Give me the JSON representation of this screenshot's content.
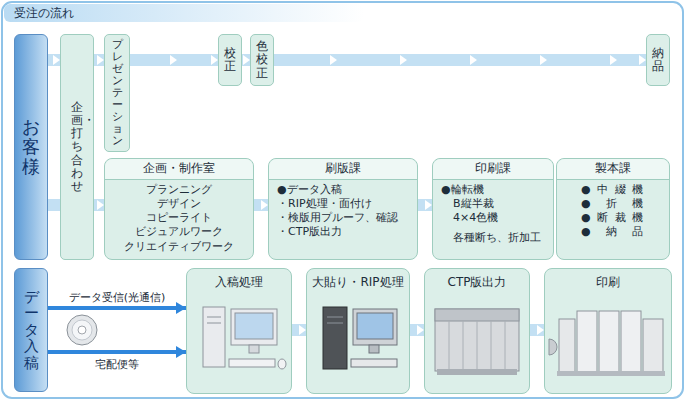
{
  "diagram": {
    "title": "受注の流れ",
    "nodes": [
      {
        "text": [
          "お客様"
        ]
      },
      {
        "text": [
          "企画・打ち合わせ"
        ]
      },
      {
        "text": [
          "プレゼンテーション"
        ]
      },
      {
        "text": [
          "校正"
        ]
      },
      {
        "text": [
          "色校正"
        ]
      },
      {
        "text": [
          "納品"
        ]
      },
      {
        "text": [
          "企画・制作室",
          "プランニング",
          "デザイン",
          "コピーライト",
          "ビジュアルワーク",
          "クリエイティブワーク"
        ]
      },
      {
        "text": [
          "刷版課",
          "●データ入稿",
          "・RIP処理・面付け",
          "・検版用プルーフ、確認",
          "・CTP版出力"
        ]
      },
      {
        "text": [
          "印刷課",
          "●輪転機",
          "B縦半裁",
          "4×4色機",
          "各種断ち、折加工"
        ]
      },
      {
        "text": [
          "製本課",
          "●中綴機",
          "●折機",
          "●断裁機",
          "●納品"
        ]
      },
      {
        "text": [
          "データ入稿"
        ]
      },
      {
        "text": [
          "入稿処理"
        ]
      },
      {
        "text": [
          "大貼り・RIP処理"
        ]
      },
      {
        "text": [
          "CTP版出力"
        ]
      },
      {
        "text": [
          "印刷"
        ]
      }
    ],
    "edges": [
      {
        "from": 0,
        "to": 1,
        "arrow": "to"
      },
      {
        "from": 1,
        "to": 2,
        "arrow": "to"
      },
      {
        "from": 2,
        "to": 3,
        "arrow": "to"
      },
      {
        "from": 3,
        "to": 4,
        "arrow": "to"
      },
      {
        "from": 4,
        "to": 5,
        "arrow": "to"
      },
      {
        "from": 1,
        "to": 6,
        "arrow": "to"
      },
      {
        "from": 6,
        "to": 7,
        "arrow": "to"
      },
      {
        "from": 7,
        "to": 8,
        "arrow": "to"
      },
      {
        "from": 10,
        "to": 11,
        "label": "データ受信(光通信)",
        "arrow": "to"
      },
      {
        "from": 10,
        "to": 11,
        "label": "宅配便等",
        "arrow": "to"
      },
      {
        "from": 11,
        "to": 12,
        "arrow": "to"
      },
      {
        "from": 12,
        "to": 13,
        "arrow": "to"
      },
      {
        "from": 13,
        "to": 14,
        "arrow": "to"
      }
    ]
  }
}
